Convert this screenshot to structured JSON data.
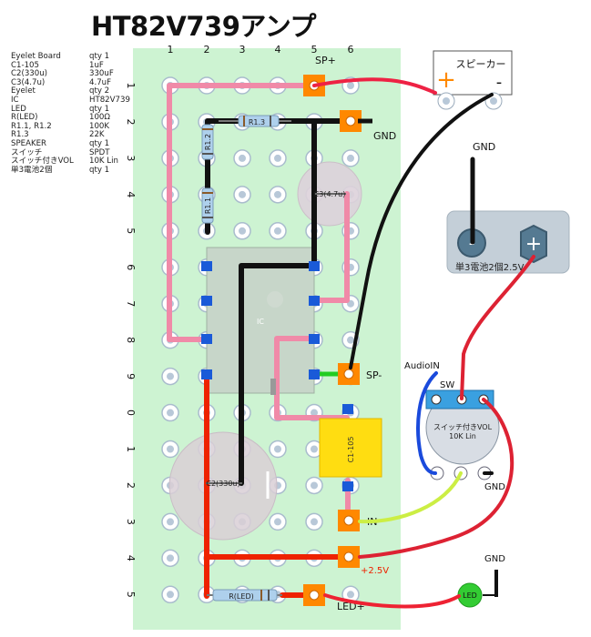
{
  "title": "HT82V739アンプ",
  "bom": [
    {
      "name": "Eyelet Board",
      "qty": "qty 1"
    },
    {
      "name": "C1-105",
      "qty": "1uF"
    },
    {
      "name": "C2(330u)",
      "qty": "330uF"
    },
    {
      "name": "C3(4.7u)",
      "qty": "4.7uF"
    },
    {
      "name": "Eyelet",
      "qty": "qty 2"
    },
    {
      "name": "IC",
      "qty": "HT82V739"
    },
    {
      "name": "LED",
      "qty": "qty 1"
    },
    {
      "name": "R(LED)",
      "qty": "100Ω"
    },
    {
      "name": "R1.1, R1.2",
      "qty": "100K"
    },
    {
      "name": "R1.3",
      "qty": "22K"
    },
    {
      "name": "SPEAKER",
      "qty": "qty 1"
    },
    {
      "name": "スイッチ",
      "qty": "SPDT"
    },
    {
      "name": "スイッチ付きVOL",
      "qty": "10K Lin"
    },
    {
      "name": "単3電池2個",
      "qty": "qty 1"
    }
  ],
  "board": {
    "column_labels": [
      "1",
      "2",
      "3",
      "4",
      "5",
      "6"
    ],
    "row_labels": [
      "1",
      "2",
      "3",
      "4",
      "5",
      "6",
      "7",
      "8",
      "9",
      "0",
      "1",
      "2",
      "3",
      "4",
      "5"
    ]
  },
  "components": {
    "ic": "IC",
    "c1": "C1-105",
    "c2": "C2(330u)",
    "c3": "C3(4.7u)",
    "r11": "R1.1",
    "r12": "R1.2",
    "r13": "R1.3",
    "rled": "R(LED)",
    "speaker": "スピーカー",
    "speaker_plus": "+",
    "speaker_minus": "-",
    "battery": "単3電池2個2.5V",
    "battery_minus": "-",
    "battery_plus": "+",
    "volume": "スイッチ付きVOL\n10K Lin",
    "led": "LED"
  },
  "labels": {
    "sp_plus": "SP+",
    "gnd_board": "GND",
    "sp_minus": "SP-",
    "in": "IN",
    "plus25": "+2.5V",
    "led_plus": "LED+",
    "gnd_battery": "GND",
    "audio_in": "AudioIN",
    "sw": "SW",
    "gnd_vol": "GND",
    "gnd_led": "GND"
  },
  "colors": {
    "board": "#cdf3d2",
    "eyelet": "#b8c8d8",
    "wire_pink": "#f08aa8",
    "wire_black": "#111111",
    "wire_red": "#ee2200",
    "wire_blue": "#1a4adc",
    "wire_green": "#22cc22",
    "wire_yellowgreen": "#ccee44",
    "wire_darkred": "#dd2233",
    "pad_orange": "#ff8800",
    "pad_blue": "#1a5ad8",
    "c1_yellow": "#ffdd11",
    "led_green": "#33cc33"
  }
}
